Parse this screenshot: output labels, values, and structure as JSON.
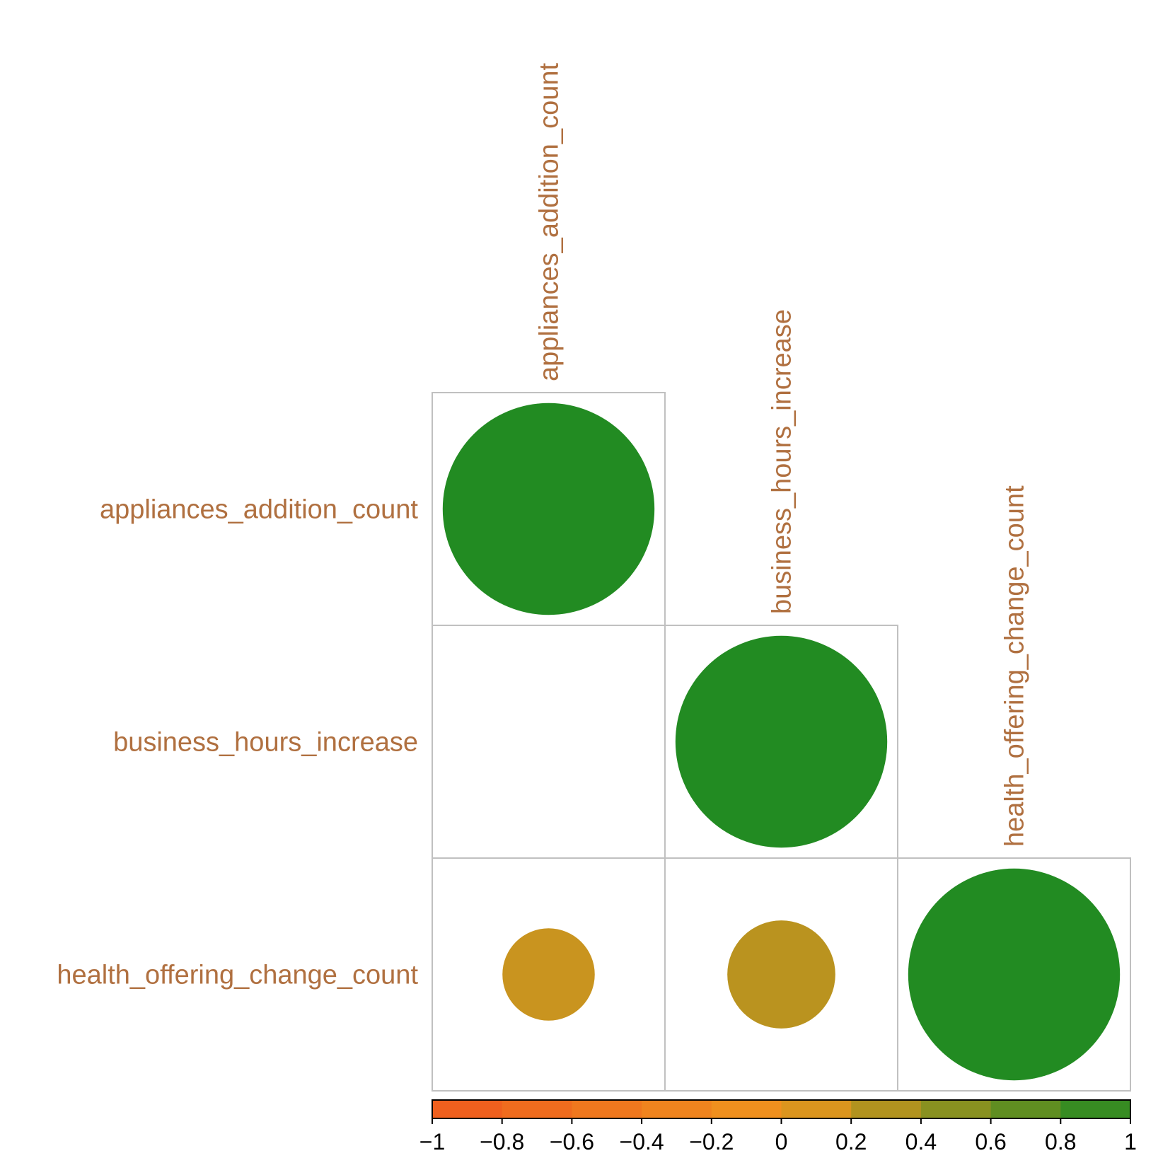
{
  "chart_data": {
    "type": "heatmap",
    "variables": [
      "appliances_addition_count",
      "business_hours_increase",
      "health_offering_change_count"
    ],
    "matrix": [
      [
        1.0,
        null,
        null
      ],
      [
        0.0,
        1.0,
        null
      ],
      [
        0.19,
        0.26,
        1.0
      ]
    ],
    "colorbar": {
      "ticks": [
        "−1",
        "−0.8",
        "−0.6",
        "−0.4",
        "−0.2",
        "0",
        "0.2",
        "0.4",
        "0.6",
        "0.8",
        "1"
      ],
      "range": [
        -1,
        1
      ]
    },
    "colors": {
      "negative": "#f05a1e",
      "mid": "#f0961e",
      "positive": "#228b22",
      "label": "#b07040",
      "grid": "#c0c0c0"
    }
  }
}
